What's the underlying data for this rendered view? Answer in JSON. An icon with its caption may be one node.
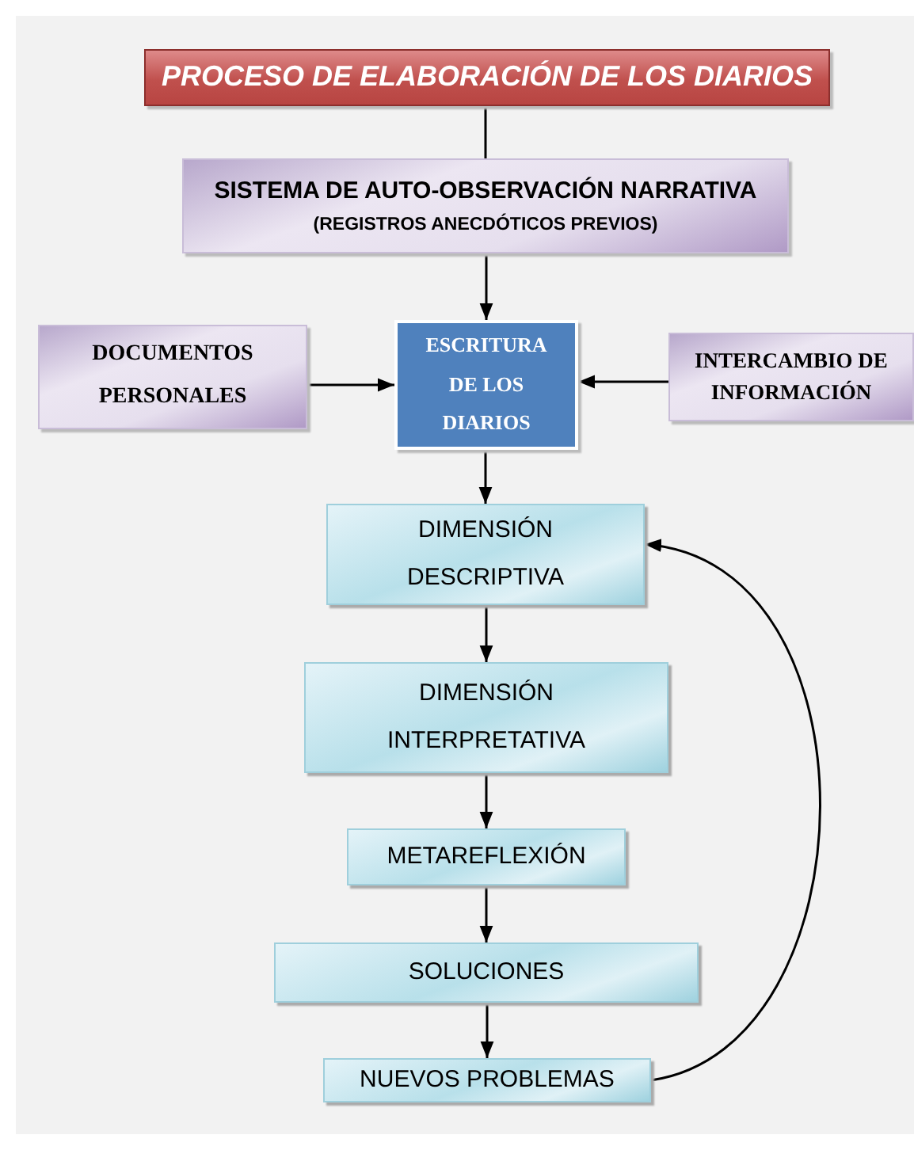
{
  "diagram": {
    "nodes": [
      {
        "text": [
          "PROCESO DE ELABORACIÓN DE LOS DIARIOS"
        ]
      },
      {
        "text": [
          "SISTEMA DE AUTO-OBSERVACIÓN NARRATIVA",
          "(REGISTROS ANECDÓTICOS PREVIOS)"
        ]
      },
      {
        "text": [
          "DOCUMENTOS PERSONALES"
        ]
      },
      {
        "text": [
          "ESCRITURA DE LOS DIARIOS"
        ]
      },
      {
        "text": [
          "INTERCAMBIO DE INFORMACIÓN"
        ]
      },
      {
        "text": [
          "DIMENSIÓN DESCRIPTIVA"
        ]
      },
      {
        "text": [
          "DIMENSIÓN INTERPRETATIVA"
        ]
      },
      {
        "text": [
          "METAREFLEXIÓN"
        ]
      },
      {
        "text": [
          "SOLUCIONES"
        ]
      },
      {
        "text": [
          "NUEVOS PROBLEMAS"
        ]
      }
    ],
    "edges": [
      {
        "from": 0,
        "to": 1,
        "arrow": "none"
      },
      {
        "from": 1,
        "to": 3,
        "arrow": "to"
      },
      {
        "from": 2,
        "to": 3,
        "arrow": "to"
      },
      {
        "from": 4,
        "to": 3,
        "arrow": "to"
      },
      {
        "from": 3,
        "to": 5,
        "arrow": "to"
      },
      {
        "from": 5,
        "to": 6,
        "arrow": "to"
      },
      {
        "from": 6,
        "to": 7,
        "arrow": "to"
      },
      {
        "from": 7,
        "to": 8,
        "arrow": "to"
      },
      {
        "from": 8,
        "to": 9,
        "arrow": "to"
      },
      {
        "from": 9,
        "to": 5,
        "arrow": "to"
      }
    ]
  }
}
